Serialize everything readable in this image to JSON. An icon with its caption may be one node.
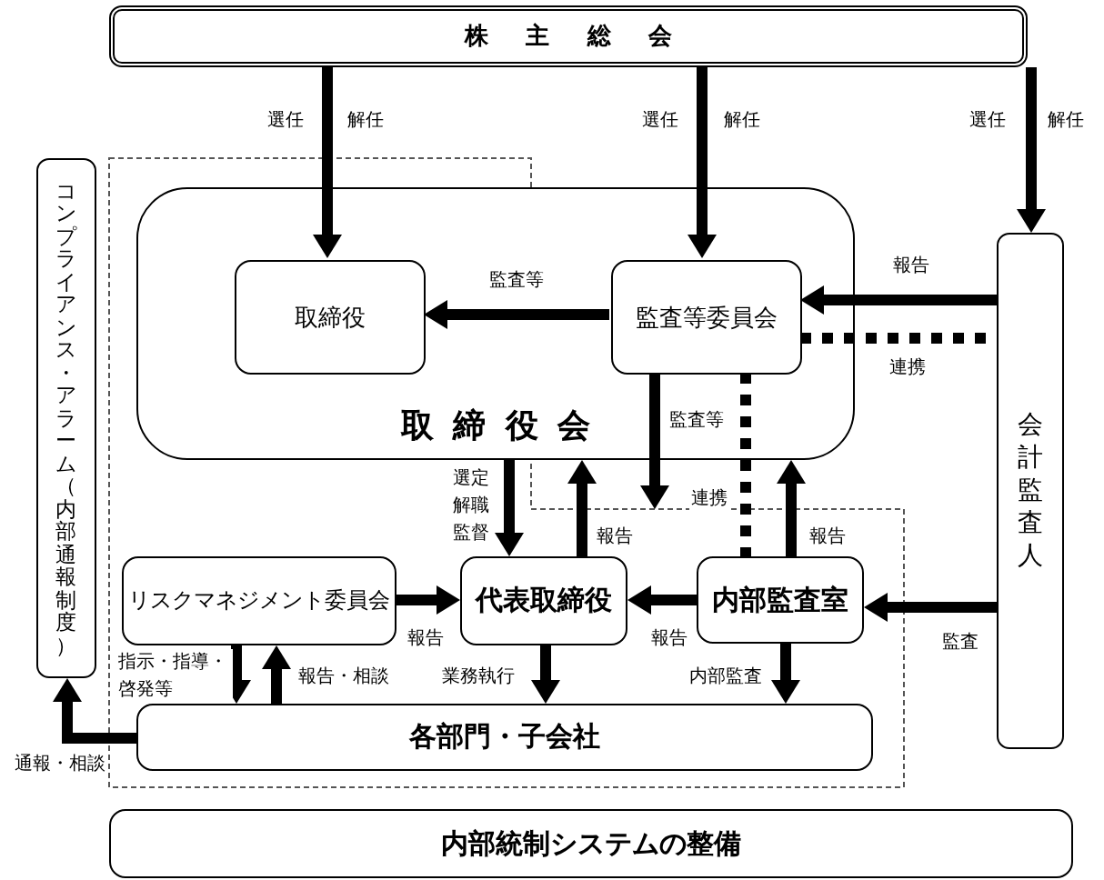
{
  "diagram": {
    "nodes": [
      {
        "text": [
          "株主総会"
        ]
      },
      {
        "text": [
          "取締役会"
        ]
      },
      {
        "text": [
          "取締役"
        ],
        "in": 1
      },
      {
        "text": [
          "監査等委員会"
        ],
        "in": 1
      },
      {
        "text": [
          "会計監査人"
        ]
      },
      {
        "text": [
          "コンプライアンス・アラーム（内部通報制度）"
        ]
      },
      {
        "text": [
          "リスクマネジメント委員会"
        ]
      },
      {
        "text": [
          "代表取締役"
        ]
      },
      {
        "text": [
          "内部監査室"
        ]
      },
      {
        "text": [
          "各部門・子会社"
        ]
      },
      {
        "text": [
          "内部統制システムの整備"
        ]
      }
    ],
    "edges": [
      {
        "from": 0,
        "to": 2,
        "arrow": "to",
        "label": "選任"
      },
      {
        "from": 0,
        "to": 3,
        "arrow": "to",
        "label": "選任"
      },
      {
        "from": 0,
        "to": 4,
        "arrow": "to",
        "label": "選任"
      },
      {
        "from": 3,
        "to": 2,
        "arrow": "to",
        "label": "監査等"
      },
      {
        "from": 4,
        "to": 3,
        "arrow": "to",
        "label": "報告"
      },
      {
        "from": 3,
        "to": 4,
        "arrow": "none",
        "label": "連携",
        "style": "dashed"
      },
      {
        "from": 3,
        "to": null,
        "arrow": "to",
        "label": "監査等"
      },
      {
        "from": 1,
        "to": 7,
        "arrow": "to",
        "label": "選定解職監督"
      },
      {
        "from": 7,
        "to": 1,
        "arrow": "to",
        "label": "報告"
      },
      {
        "from": 3,
        "to": 8,
        "arrow": "none",
        "label": "連携",
        "style": "dashed"
      },
      {
        "from": 8,
        "to": 1,
        "arrow": "to",
        "label": "報告"
      },
      {
        "from": 6,
        "to": 7,
        "arrow": "to",
        "label": "報告"
      },
      {
        "from": 8,
        "to": 7,
        "arrow": "to",
        "label": "報告"
      },
      {
        "from": 4,
        "to": 8,
        "arrow": "to",
        "label": "監査"
      },
      {
        "from": 6,
        "to": 9,
        "arrow": "to",
        "label": "指示・指導・啓発等"
      },
      {
        "from": 9,
        "to": 6,
        "arrow": "to",
        "label": "報告・相談"
      },
      {
        "from": 7,
        "to": 9,
        "arrow": "to",
        "label": "業務執行"
      },
      {
        "from": 8,
        "to": 9,
        "arrow": "to",
        "label": "内部監査"
      },
      {
        "from": 9,
        "to": 5,
        "arrow": "to",
        "label": "通報・相談"
      }
    ],
    "labels": [
      "解任",
      "解任",
      "解任"
    ]
  }
}
